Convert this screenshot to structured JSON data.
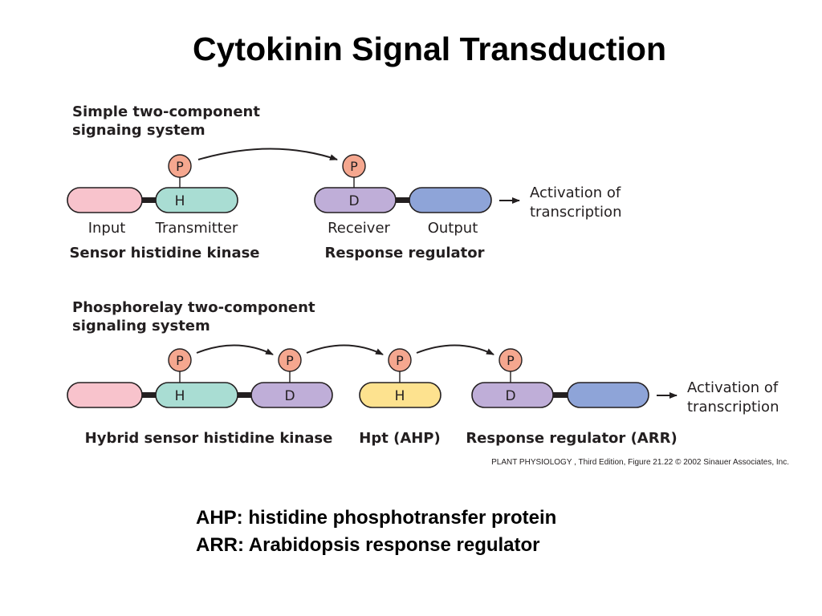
{
  "title": "Cytokinin Signal Transduction",
  "colors": {
    "input_pink": "#f8c3cc",
    "transmitter_teal": "#a9ddd3",
    "receiver_purple": "#bfaed8",
    "output_blue": "#8ea4d8",
    "hpt_yellow": "#fde28f",
    "phosphate_salmon": "#f5a78f"
  },
  "simple": {
    "heading_line1": "Simple two-component",
    "heading_line2": "signaing system",
    "phosphate": "P",
    "transmitter_letter": "H",
    "receiver_letter": "D",
    "input_label": "Input",
    "transmitter_label": "Transmitter",
    "receiver_label": "Receiver",
    "output_label": "Output",
    "kinase_label": "Sensor histidine kinase",
    "regulator_label": "Response regulator",
    "activation_line1": "Activation of",
    "activation_line2": "transcription"
  },
  "phosphorelay": {
    "heading_line1": "Phosphorelay two-component",
    "heading_line2": "signaling system",
    "phosphate": "P",
    "h1_letter": "H",
    "d1_letter": "D",
    "h2_letter": "H",
    "d2_letter": "D",
    "hybrid_label": "Hybrid sensor histidine kinase",
    "hpt_label": "Hpt (AHP)",
    "arr_label": "Response regulator (ARR)",
    "activation_line1": "Activation of",
    "activation_line2": "transcription"
  },
  "credit": "PLANT PHYSIOLOGY , Third Edition, Figure 21.22  © 2002 Sinauer Associates, Inc.",
  "notes": [
    "AHP: histidine phosphotransfer protein",
    "ARR: Arabidopsis response regulator"
  ]
}
